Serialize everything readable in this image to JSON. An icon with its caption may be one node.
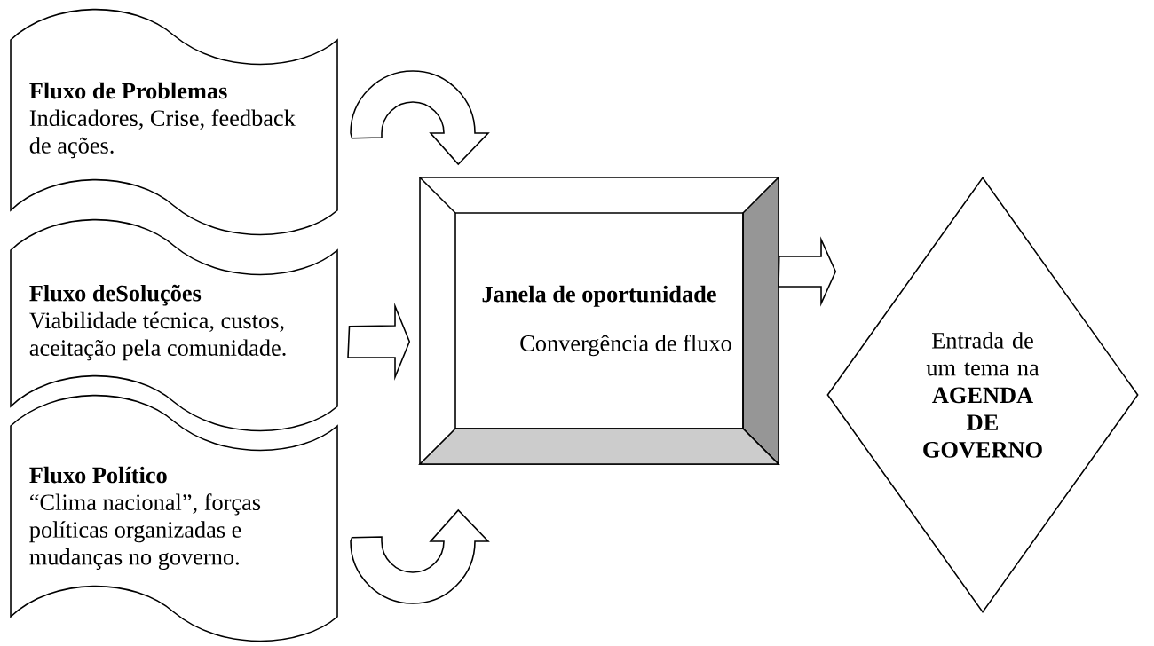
{
  "diagram": {
    "nodes": [
      {
        "text": [
          "Fluxo de Problemas",
          "Indicadores, Crise, feedback de ações."
        ]
      },
      {
        "text": [
          "Fluxo deSoluções",
          "Viabilidade técnica, custos, aceitação pela comunidade."
        ]
      },
      {
        "text": [
          "Fluxo Político",
          "“Clima nacional”, forças políticas organizadas e mudanças no governo."
        ]
      },
      {
        "text": [
          "Janela de oportunidade",
          "Convergência de fluxo"
        ]
      },
      {
        "text": [
          "Entrada de um tema na",
          "AGENDA DE GOVERNO"
        ]
      }
    ],
    "edges": [
      {
        "from": 0,
        "to": 3,
        "arrow": "to"
      },
      {
        "from": 1,
        "to": 3,
        "arrow": "to"
      },
      {
        "from": 2,
        "to": 3,
        "arrow": "to"
      },
      {
        "from": 3,
        "to": 4,
        "arrow": "to"
      }
    ]
  }
}
